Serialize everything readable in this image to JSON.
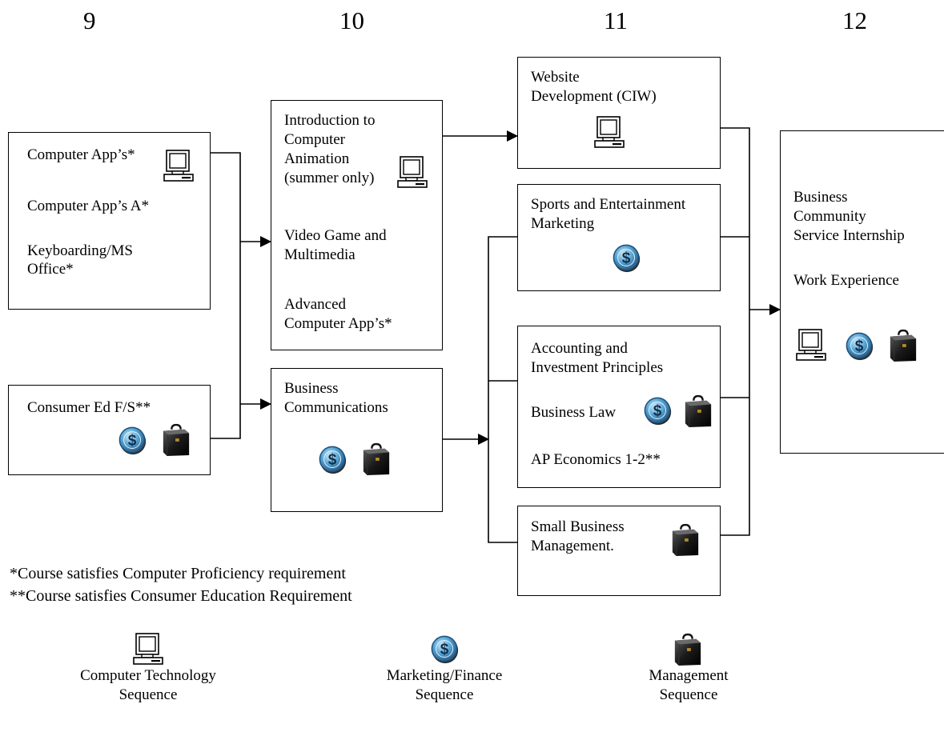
{
  "grades": [
    "9",
    "10",
    "11",
    "12"
  ],
  "grade9": {
    "computer_apps": "Computer App’s*",
    "computer_apps_a": "Computer App’s A*",
    "keyboarding_l1": "Keyboarding/MS",
    "keyboarding_l2": "Office*",
    "consumer_ed": "Consumer Ed F/S**"
  },
  "grade10": {
    "intro_l1": "Introduction to",
    "intro_l2": "Computer",
    "intro_l3": "Animation",
    "intro_l4": " (summer only)",
    "video_l1": "Video Game and",
    "video_l2": "Multimedia",
    "adv_l1": "Advanced",
    "adv_l2": "Computer App’s*",
    "buscomm_l1": "Business",
    "buscomm_l2": "Communications"
  },
  "grade11": {
    "web_l1": "Website",
    "web_l2": "Development (CIW)",
    "sports_l1": "Sports and Entertainment",
    "sports_l2": "Marketing",
    "acct_l1": "Accounting and",
    "acct_l2": "Investment Principles",
    "buslaw": "Business Law",
    "ap_econ": "AP Economics 1-2**",
    "small_l1": "Small Business",
    "small_l2": "Management."
  },
  "grade12": {
    "bcs_l1": "Business",
    "bcs_l2": "Community",
    "bcs_l3": "Service Internship",
    "work": "Work Experience"
  },
  "notes": {
    "computer": "*Course satisfies Computer Proficiency requirement",
    "consumer": "**Course satisfies Consumer Education Requirement"
  },
  "legend": [
    {
      "icon": "computer-icon",
      "l1": "Computer Technology",
      "l2": "Sequence"
    },
    {
      "icon": "dollar-coin-icon",
      "l1": "Marketing/Finance",
      "l2": "Sequence"
    },
    {
      "icon": "briefcase-icon",
      "l1": "Management",
      "l2": "Sequence"
    }
  ],
  "colors": {
    "coin": "#4fa4d6",
    "coin_rim": "#1d4f7a",
    "briefcase": "#1e1e1e"
  }
}
